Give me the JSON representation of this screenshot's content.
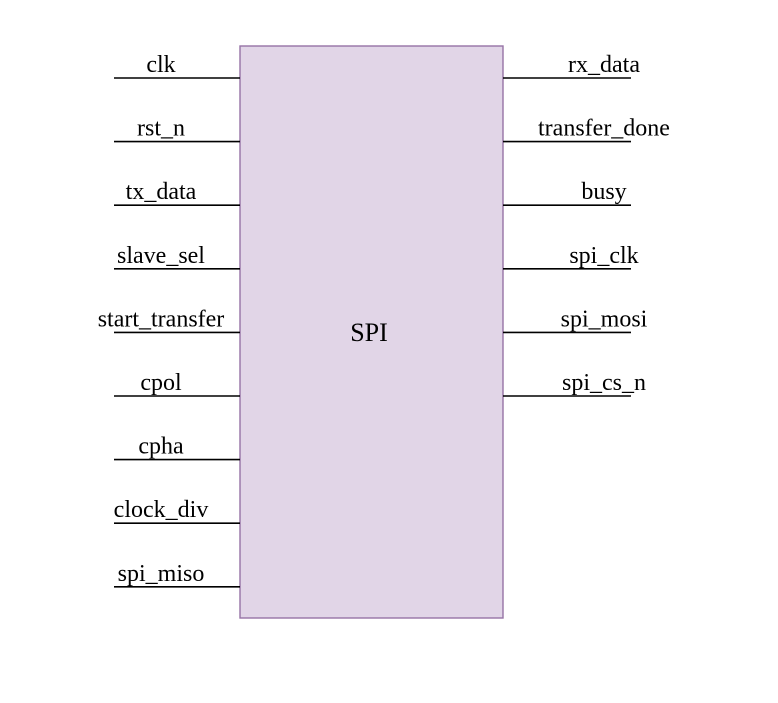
{
  "block": {
    "name": "SPI",
    "fill_color": "#e1d5e7",
    "border_color": "#9673a6"
  },
  "inputs": [
    {
      "label": "clk"
    },
    {
      "label": "rst_n"
    },
    {
      "label": "tx_data"
    },
    {
      "label": "slave_sel"
    },
    {
      "label": "start_transfer"
    },
    {
      "label": "cpol"
    },
    {
      "label": "cpha"
    },
    {
      "label": "clock_div"
    },
    {
      "label": "spi_miso"
    }
  ],
  "outputs": [
    {
      "label": "rx_data"
    },
    {
      "label": "transfer_done"
    },
    {
      "label": "busy"
    },
    {
      "label": "spi_clk"
    },
    {
      "label": "spi_mosi"
    },
    {
      "label": "spi_cs_n"
    }
  ]
}
